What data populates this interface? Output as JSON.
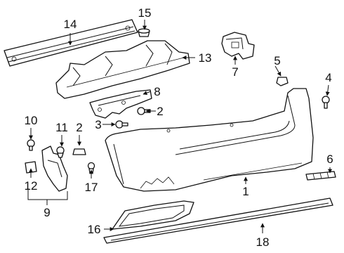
{
  "diagram": {
    "callouts": {
      "c1": "1",
      "c2a": "2",
      "c2b": "2",
      "c3": "3",
      "c4": "4",
      "c5": "5",
      "c6": "6",
      "c7": "7",
      "c8": "8",
      "c9": "9",
      "c10": "10",
      "c11": "11",
      "c12": "12",
      "c13": "13",
      "c14": "14",
      "c15": "15",
      "c16": "16",
      "c17": "17",
      "c18": "18"
    }
  }
}
